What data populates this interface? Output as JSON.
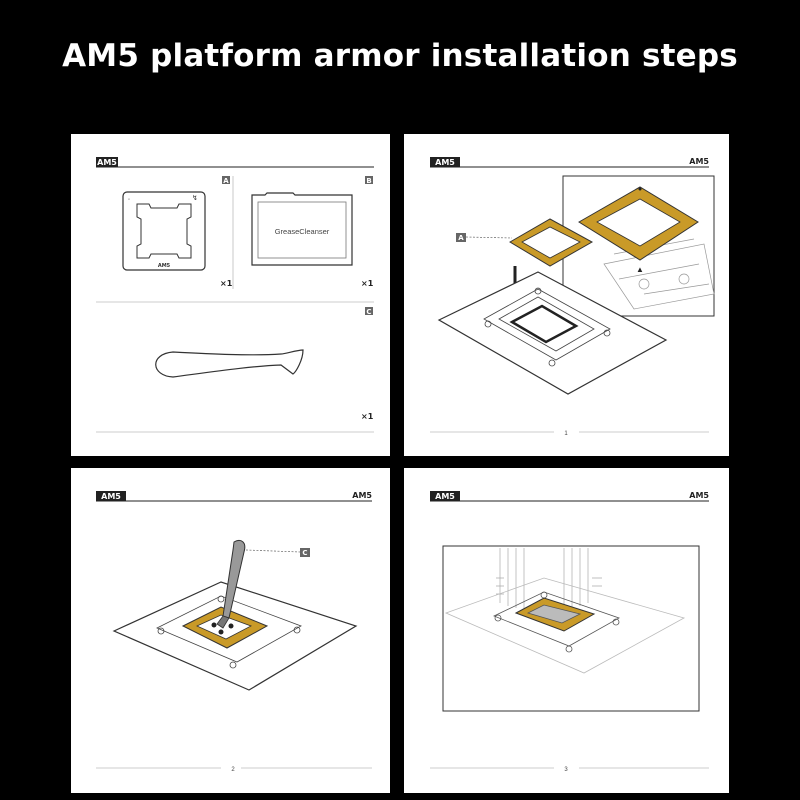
{
  "title": "AM5 platform armor installation steps",
  "platform_tag": "AM5",
  "accent_color": "#c99a28",
  "panels": [
    {
      "tag": "AM5",
      "items": [
        {
          "letter": "A",
          "qty": "×1",
          "inner_label": "AM5"
        },
        {
          "letter": "B",
          "qty": "×1",
          "inner_label": "GreaseCleanser"
        },
        {
          "letter": "C",
          "qty": "×1"
        }
      ]
    },
    {
      "tag": "AM5",
      "tag_right": "AM5",
      "callout": "A",
      "page": "1"
    },
    {
      "tag": "AM5",
      "tag_right": "AM5",
      "callout": "C",
      "page": "2"
    },
    {
      "tag": "AM5",
      "tag_right": "AM5",
      "page": "3"
    }
  ]
}
